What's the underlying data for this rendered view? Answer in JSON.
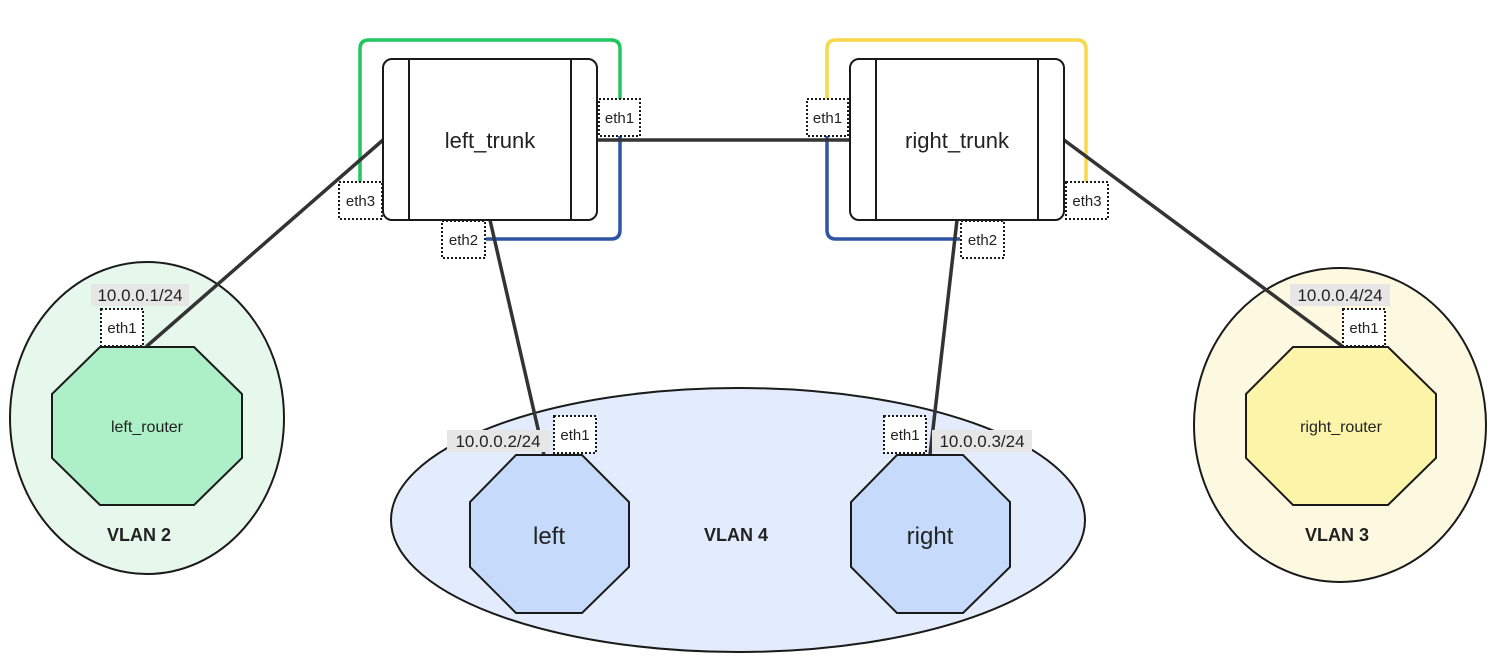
{
  "colors": {
    "link_dark": "#333333",
    "vlan2": "#22c55e",
    "vlan3": "#f5d94a",
    "vlan4": "#2f55a4",
    "vlan2_fill": "#e6f7ec",
    "vlan3_fill": "#fdf9e1",
    "vlan4_fill": "#e2ecfc",
    "router_green": "#adf0c8",
    "router_yellow": "#fcf4a8",
    "host_blue": "#c6dbfb",
    "ip_bg": "#e6e6e6"
  },
  "vlans": {
    "vlan2": "VLAN 2",
    "vlan4": "VLAN 4",
    "vlan3": "VLAN 3"
  },
  "switches": {
    "left_trunk": {
      "name": "left_trunk",
      "eth1": "eth1",
      "eth2": "eth2",
      "eth3": "eth3"
    },
    "right_trunk": {
      "name": "right_trunk",
      "eth1": "eth1",
      "eth2": "eth2",
      "eth3": "eth3"
    }
  },
  "nodes": {
    "left_router": {
      "name": "left_router",
      "port": "eth1",
      "ip": "10.0.0.1/24"
    },
    "left": {
      "name": "left",
      "port": "eth1",
      "ip": "10.0.0.2/24"
    },
    "right": {
      "name": "right",
      "port": "eth1",
      "ip": "10.0.0.3/24"
    },
    "right_router": {
      "name": "right_router",
      "port": "eth1",
      "ip": "10.0.0.4/24"
    }
  }
}
